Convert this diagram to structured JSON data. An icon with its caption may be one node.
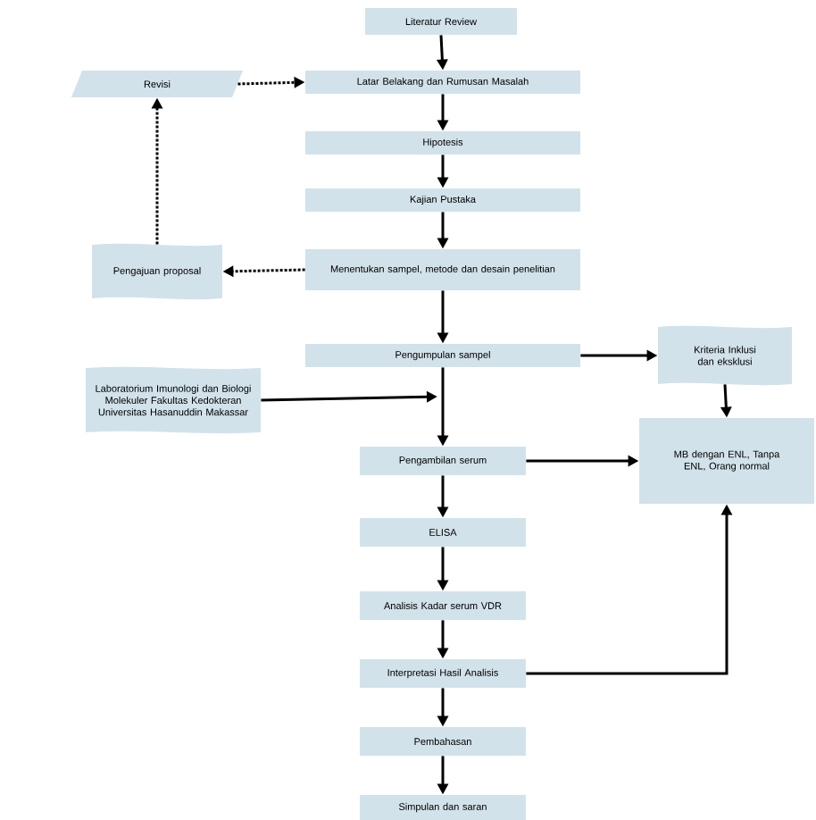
{
  "diagram": {
    "nodes": [
      {
        "text": [
          "Literatur Review"
        ]
      },
      {
        "text": [
          "Latar Belakang dan Rumusan Masalah"
        ]
      },
      {
        "text": [
          "Hipotesis"
        ]
      },
      {
        "text": [
          "Kajian Pustaka"
        ]
      },
      {
        "text": [
          "Menentukan sampel, metode dan desain penelitian"
        ]
      },
      {
        "text": [
          "Pengumpulan sampel"
        ]
      },
      {
        "text": [
          "Pengambilan serum"
        ]
      },
      {
        "text": [
          "ELISA"
        ]
      },
      {
        "text": [
          "Analisis Kadar serum VDR"
        ]
      },
      {
        "text": [
          "Interpretasi Hasil Analisis"
        ]
      },
      {
        "text": [
          "Pembahasan"
        ]
      },
      {
        "text": [
          "Simpulan dan saran"
        ]
      },
      {
        "text": [
          "Revisi"
        ]
      },
      {
        "text": [
          "Pengajuan proposal"
        ]
      },
      {
        "text": [
          "Laboratorium Imunologi dan Biologi Molekuler Fakultas Kedokteran Universitas Hasanuddin Makassar"
        ]
      },
      {
        "text": [
          "Kriteria Inklusi dan eksklusi"
        ]
      },
      {
        "text": [
          "MB dengan ENL, Tanpa ENL, Orang normal"
        ]
      }
    ],
    "edges": [
      {
        "from": 0,
        "to": 1,
        "arrow": "to"
      },
      {
        "from": 1,
        "to": 2,
        "arrow": "to"
      },
      {
        "from": 2,
        "to": 3,
        "arrow": "to"
      },
      {
        "from": 3,
        "to": 4,
        "arrow": "to"
      },
      {
        "from": 4,
        "to": 5,
        "arrow": "to"
      },
      {
        "from": 5,
        "to": 6,
        "arrow": "to"
      },
      {
        "from": 6,
        "to": 7,
        "arrow": "to"
      },
      {
        "from": 7,
        "to": 8,
        "arrow": "to"
      },
      {
        "from": 8,
        "to": 9,
        "arrow": "to"
      },
      {
        "from": 9,
        "to": 10,
        "arrow": "to"
      },
      {
        "from": 10,
        "to": 11,
        "arrow": "to"
      },
      {
        "from": 4,
        "to": 13,
        "arrow": "to",
        "style": "dashed"
      },
      {
        "from": 13,
        "to": 12,
        "arrow": "to",
        "style": "dashed"
      },
      {
        "from": 12,
        "to": 1,
        "arrow": "to",
        "style": "dashed"
      },
      {
        "from": 5,
        "to": 15,
        "arrow": "to"
      },
      {
        "from": 15,
        "to": 16,
        "arrow": "to"
      },
      {
        "from": 6,
        "to": 16,
        "arrow": "to"
      },
      {
        "from": 9,
        "to": 16,
        "arrow": "to"
      },
      {
        "from": 14,
        "to": null,
        "arrow": "to"
      }
    ]
  }
}
